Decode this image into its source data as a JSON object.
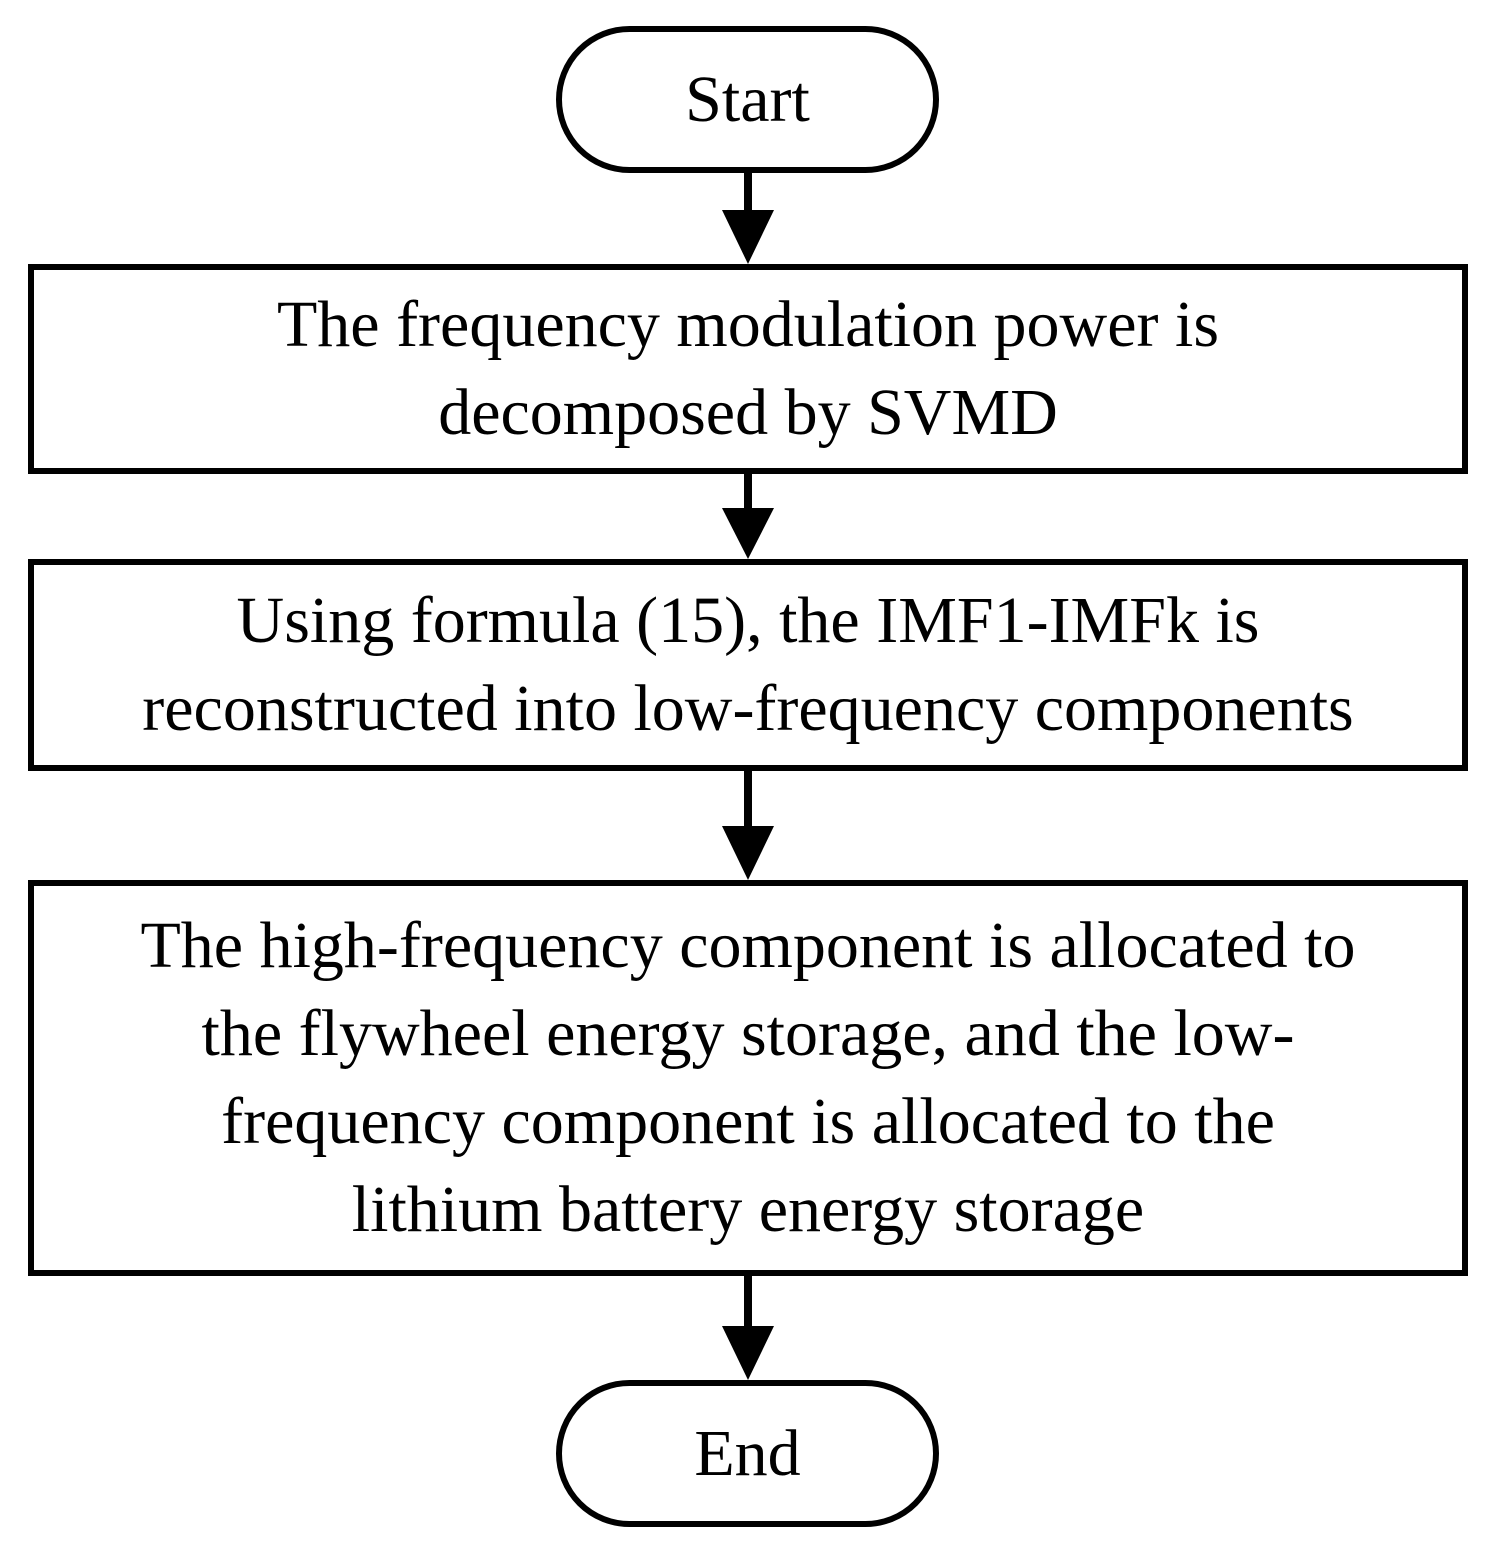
{
  "flowchart": {
    "start": "Start",
    "end": "End",
    "steps": [
      {
        "lines": [
          "The frequency modulation power is",
          "decomposed by SVMD"
        ]
      },
      {
        "lines": [
          "Using formula (15), the IMF1-IMFk is",
          "reconstructed into low-frequency components"
        ]
      },
      {
        "lines": [
          "The high-frequency component is allocated to",
          "the flywheel energy storage, and the low-",
          "frequency component is allocated to the",
          "lithium battery energy storage"
        ]
      }
    ]
  },
  "colors": {
    "stroke": "#000000",
    "fill": "#ffffff"
  }
}
